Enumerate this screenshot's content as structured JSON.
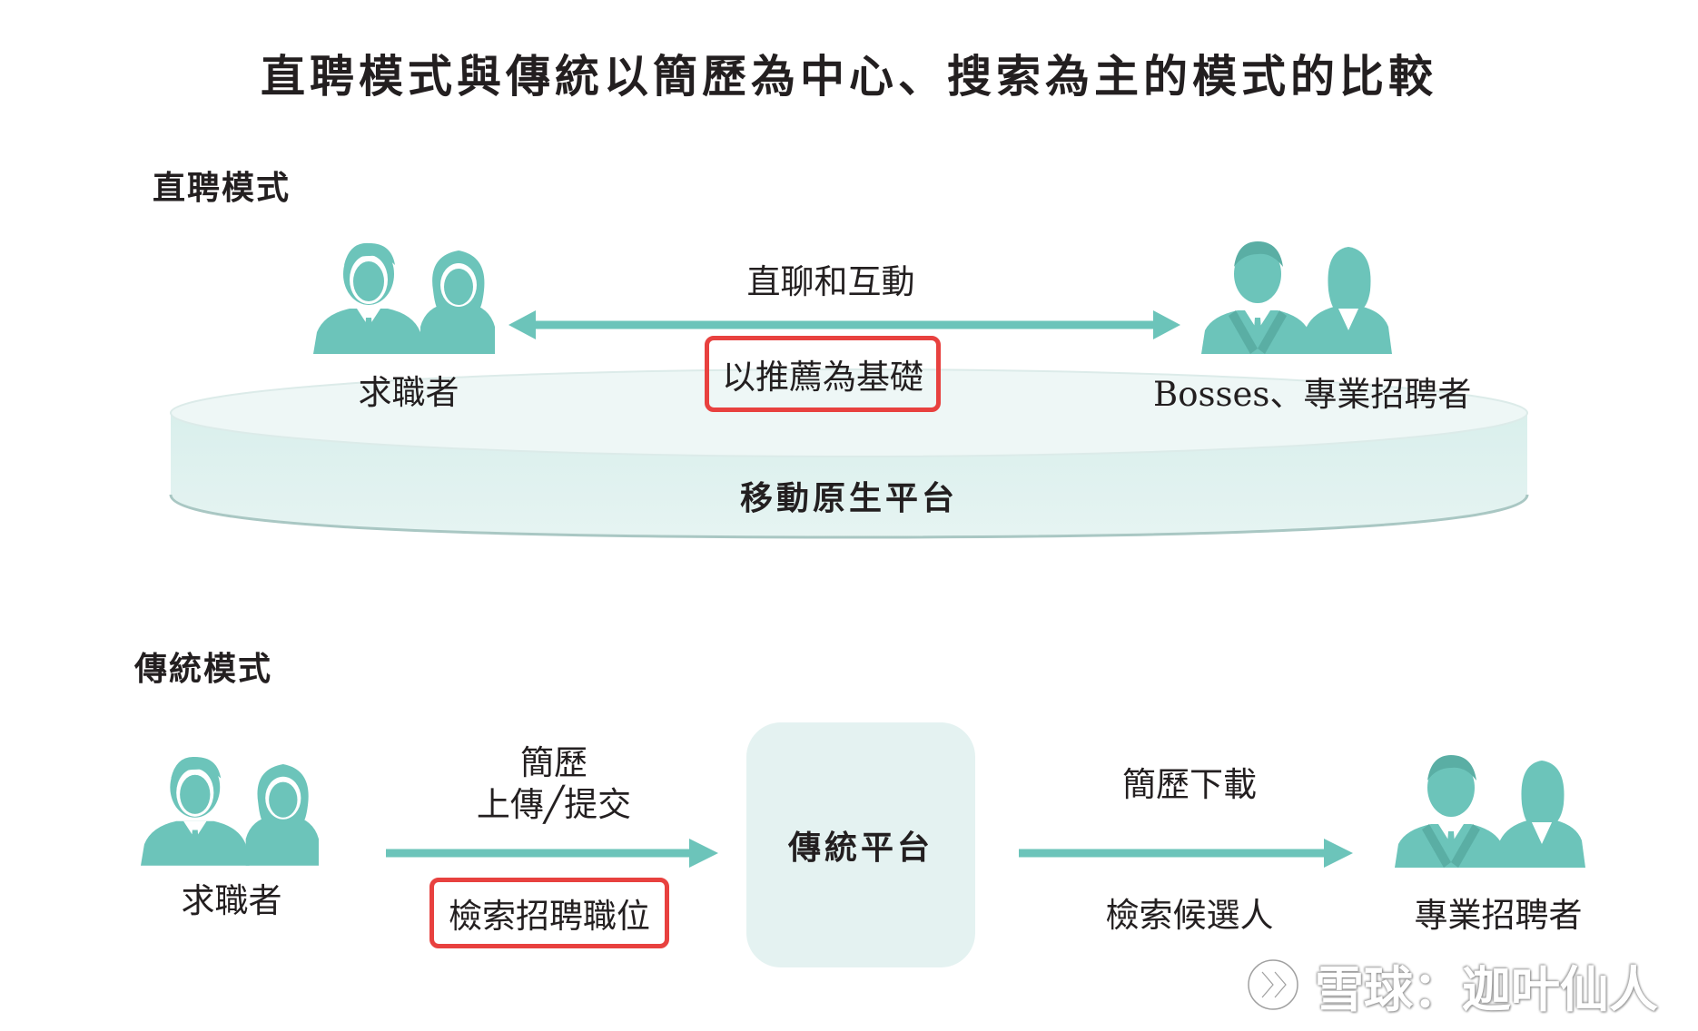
{
  "title": "直聘模式與傳統以簡歷為中心、搜索為主的模式的比較",
  "direct": {
    "heading": "直聘模式",
    "seeker_label": "求職者",
    "interaction_label": "直聊和互動",
    "highlight_label": "以推薦為基礎",
    "employer_label": "Bosses、專業招聘者",
    "platform_label": "移動原生平台"
  },
  "traditional": {
    "heading": "傳統模式",
    "seeker_label": "求職者",
    "upload_label_line1": "簡歷",
    "upload_label_line2": "上傳╱提交",
    "highlight_label": "檢索招聘職位",
    "platform_label": "傳統平台",
    "download_label": "簡歷下載",
    "search_label": "檢索候選人",
    "employer_label": "專業招聘者"
  },
  "watermark": {
    "text": "雪球：迦叶仙人"
  },
  "colors": {
    "teal": "#6cc4ba",
    "platform_fill": "#e4f2f1",
    "highlight_border": "#e8413f"
  },
  "icons": [
    "job-seekers-icon",
    "business-people-icon",
    "double-arrow-icon",
    "right-arrow-icon",
    "snowball-logo-icon"
  ]
}
